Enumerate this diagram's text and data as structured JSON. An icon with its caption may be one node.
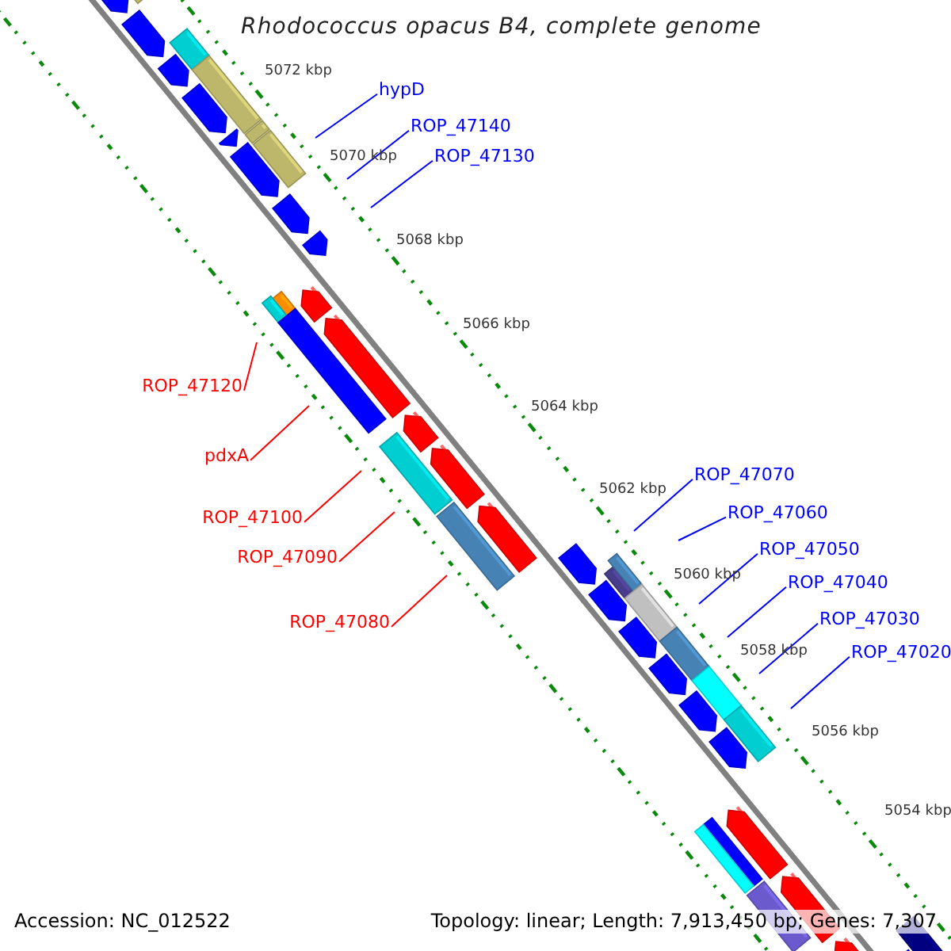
{
  "diagram": {
    "title": "Rhodococcus opacus B4, complete genome",
    "nodes": [
      {
        "text": [
          "hypD"
        ]
      },
      {
        "text": [
          "ROP_47140"
        ]
      },
      {
        "text": [
          "ROP_47130"
        ]
      },
      {
        "text": [
          "ROP_47120"
        ]
      },
      {
        "text": [
          "pdxA"
        ]
      },
      {
        "text": [
          "ROP_47100"
        ]
      },
      {
        "text": [
          "ROP_47090"
        ]
      },
      {
        "text": [
          "ROP_47080"
        ]
      },
      {
        "text": [
          "ROP_47070"
        ]
      },
      {
        "text": [
          "ROP_47060"
        ]
      },
      {
        "text": [
          "ROP_47050"
        ]
      },
      {
        "text": [
          "ROP_47040"
        ]
      },
      {
        "text": [
          "ROP_47030"
        ]
      },
      {
        "text": [
          "ROP_47020"
        ]
      }
    ],
    "edges": [
      {
        "from": 0,
        "to": null,
        "arrow": "none"
      },
      {
        "from": 1,
        "to": null,
        "arrow": "none"
      },
      {
        "from": 2,
        "to": null,
        "arrow": "none"
      },
      {
        "from": 3,
        "to": null,
        "arrow": "none",
        "color": "#ff0000"
      },
      {
        "from": 4,
        "to": null,
        "arrow": "none",
        "color": "#ff0000"
      },
      {
        "from": 5,
        "to": null,
        "arrow": "none",
        "color": "#ff0000"
      },
      {
        "from": 6,
        "to": null,
        "arrow": "none",
        "color": "#ff0000"
      },
      {
        "from": 7,
        "to": null,
        "arrow": "none",
        "color": "#ff0000"
      },
      {
        "from": 8,
        "to": null,
        "arrow": "none"
      },
      {
        "from": 9,
        "to": null,
        "arrow": "none"
      },
      {
        "from": 10,
        "to": null,
        "arrow": "none"
      },
      {
        "from": 11,
        "to": null,
        "arrow": "none"
      },
      {
        "from": 12,
        "to": null,
        "arrow": "none"
      },
      {
        "from": 13,
        "to": null,
        "arrow": "none"
      }
    ],
    "labels": [
      "5072 kbp",
      "5070 kbp",
      "5068 kbp",
      "5066 kbp",
      "5064 kbp",
      "5062 kbp",
      "5060 kbp",
      "5058 kbp",
      "5056 kbp",
      "5054 kbp",
      "Accession: NC_012522",
      "Topology: linear; Length: 7,913,450 bp; Genes: 7,307"
    ]
  }
}
